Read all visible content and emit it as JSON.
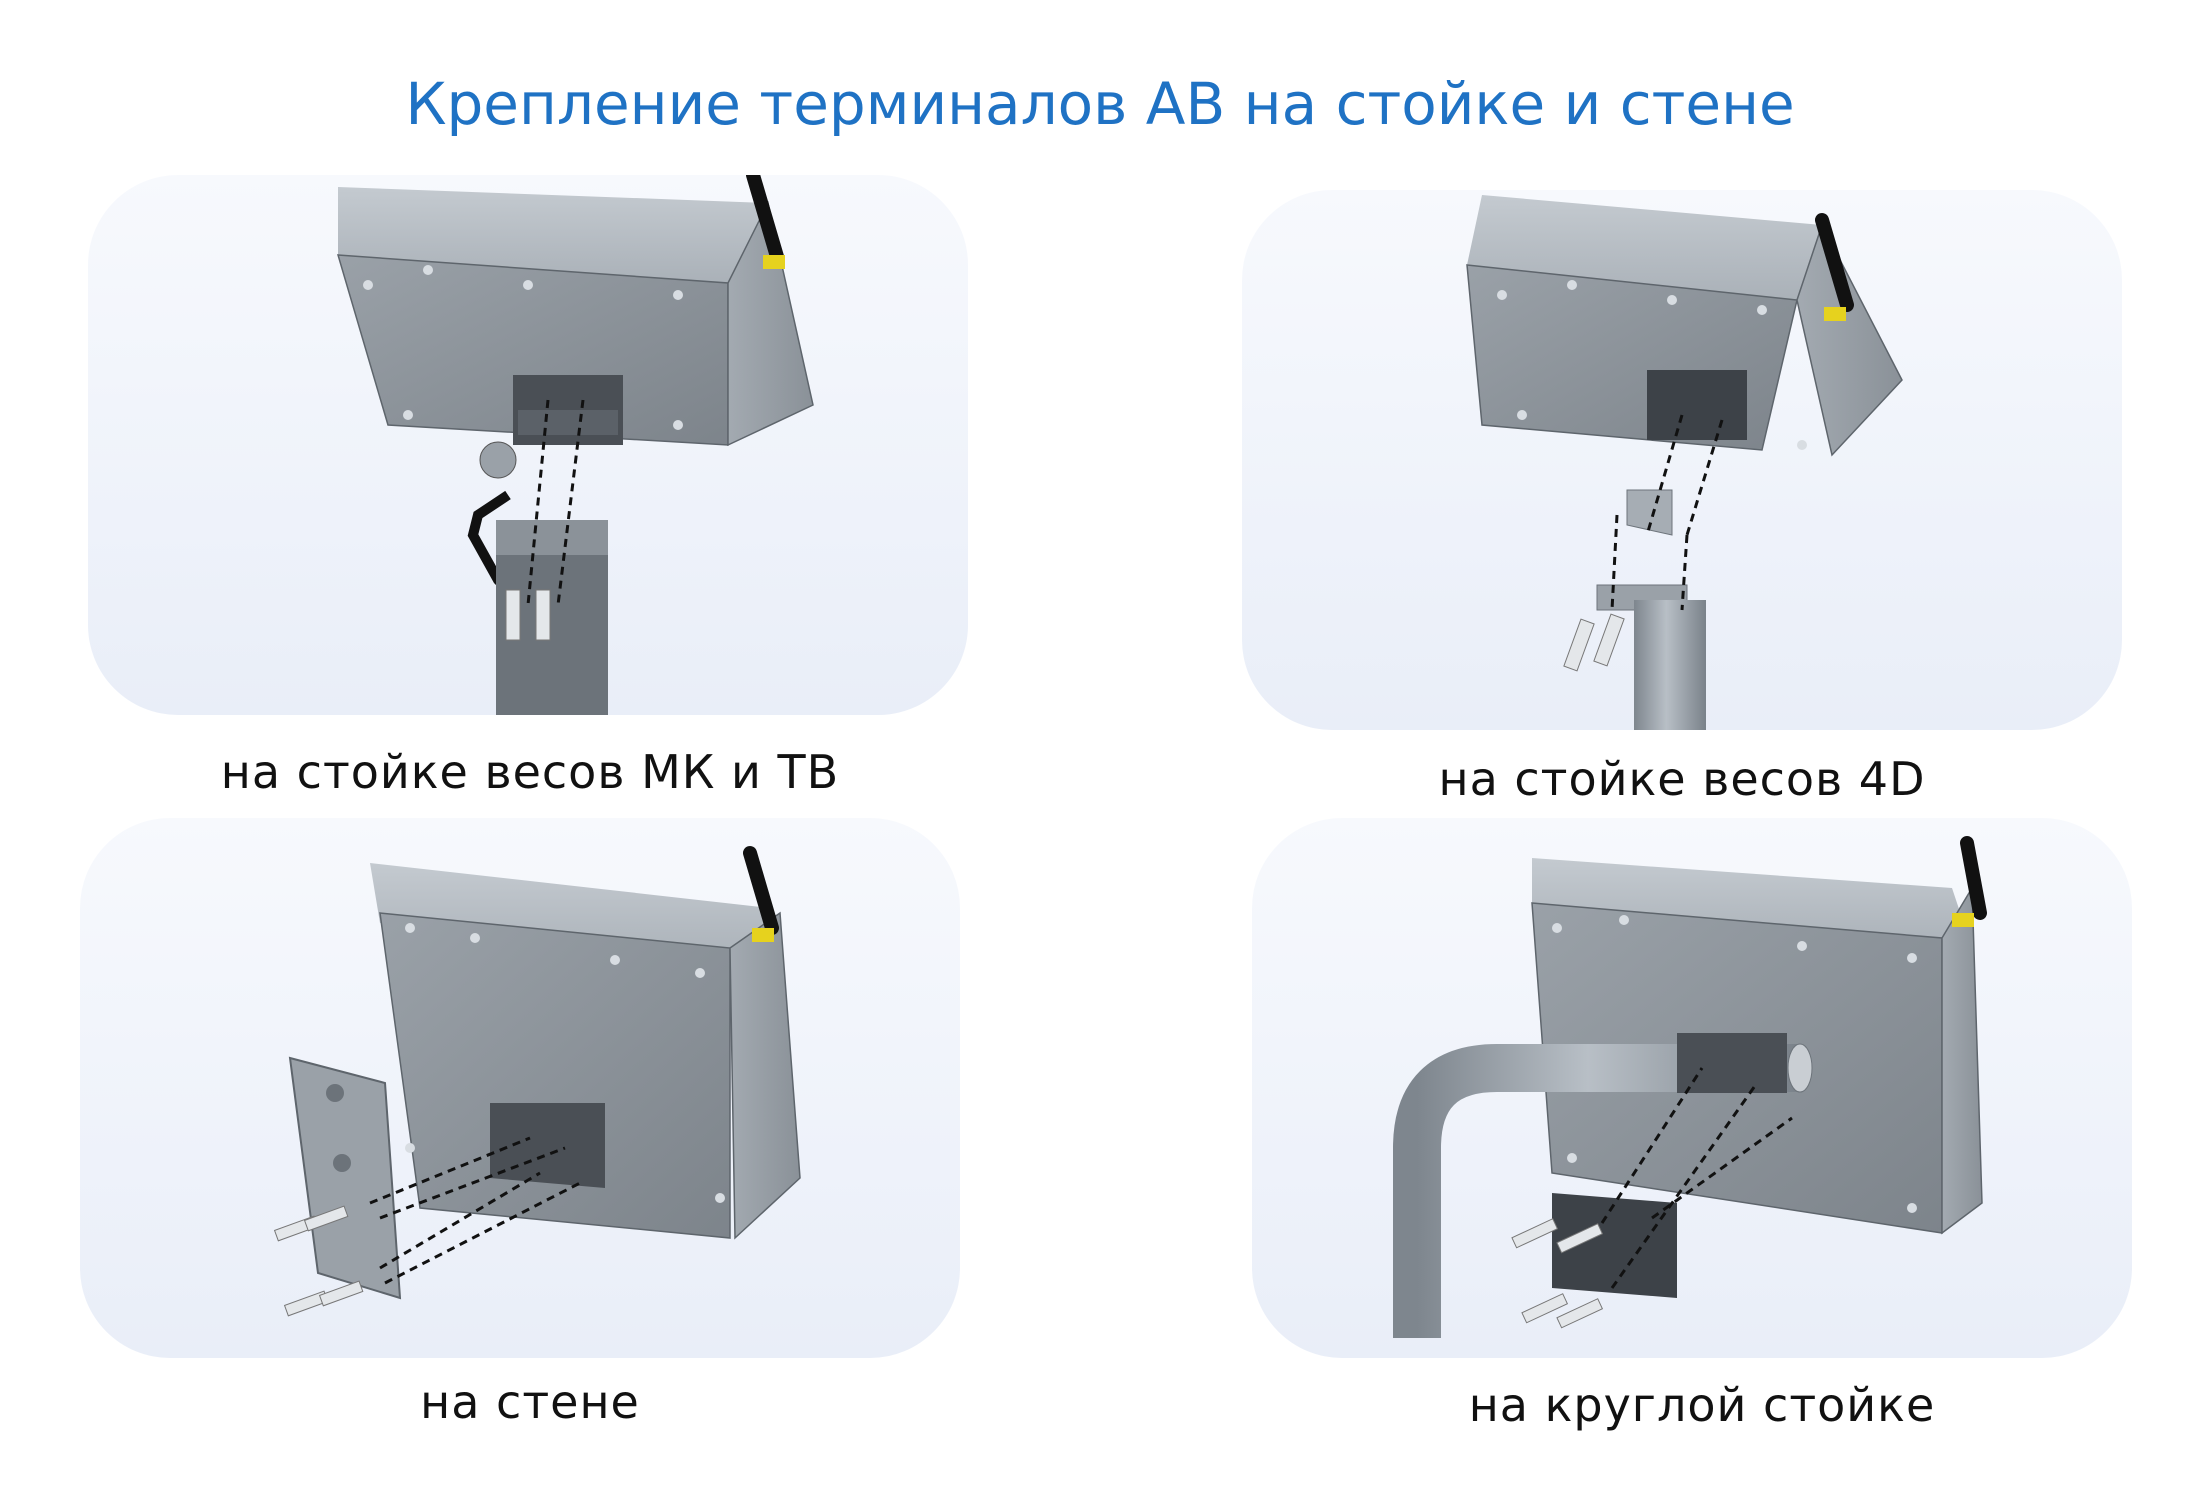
{
  "title": "Крепление терминалов АВ на стойке и стене",
  "panels": [
    {
      "caption": "на стойке весов МК и ТВ"
    },
    {
      "caption": "на стойке весов 4D"
    },
    {
      "caption": "на стене"
    },
    {
      "caption": "на круглой стойке"
    }
  ],
  "colors": {
    "title": "#1f72c4",
    "terminal_body": "#8c939a",
    "antenna_connector": "#e6d21e"
  }
}
